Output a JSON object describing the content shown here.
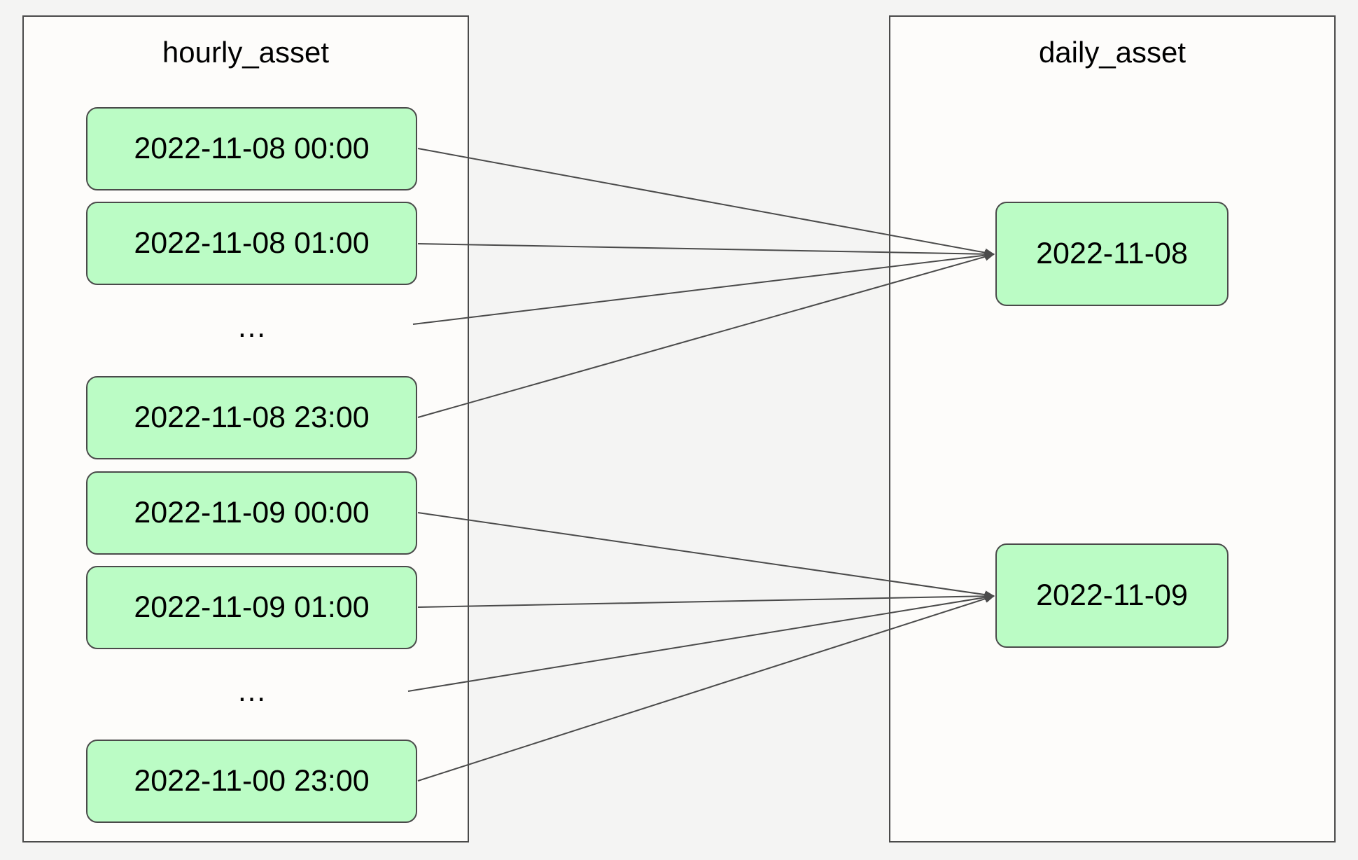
{
  "clusters": {
    "hourly": {
      "title": "hourly_asset"
    },
    "daily": {
      "title": "daily_asset"
    }
  },
  "hourly_nodes": [
    "2022-11-08 00:00",
    "2022-11-08 01:00",
    "…",
    "2022-11-08 23:00",
    "2022-11-09 00:00",
    "2022-11-09 01:00",
    "…",
    "2022-11-00 23:00"
  ],
  "daily_nodes": [
    "2022-11-08",
    "2022-11-09"
  ],
  "edges": [
    {
      "from": 0,
      "to": 0
    },
    {
      "from": 1,
      "to": 0
    },
    {
      "from": 2,
      "to": 0
    },
    {
      "from": 3,
      "to": 0
    },
    {
      "from": 4,
      "to": 1
    },
    {
      "from": 5,
      "to": 1
    },
    {
      "from": 6,
      "to": 1
    },
    {
      "from": 7,
      "to": 1
    }
  ],
  "colors": {
    "node_fill": "#bbfcc5",
    "stroke": "#4a4a4a",
    "cluster_fill": "#fdfcfa",
    "background": "#f4f4f3"
  }
}
